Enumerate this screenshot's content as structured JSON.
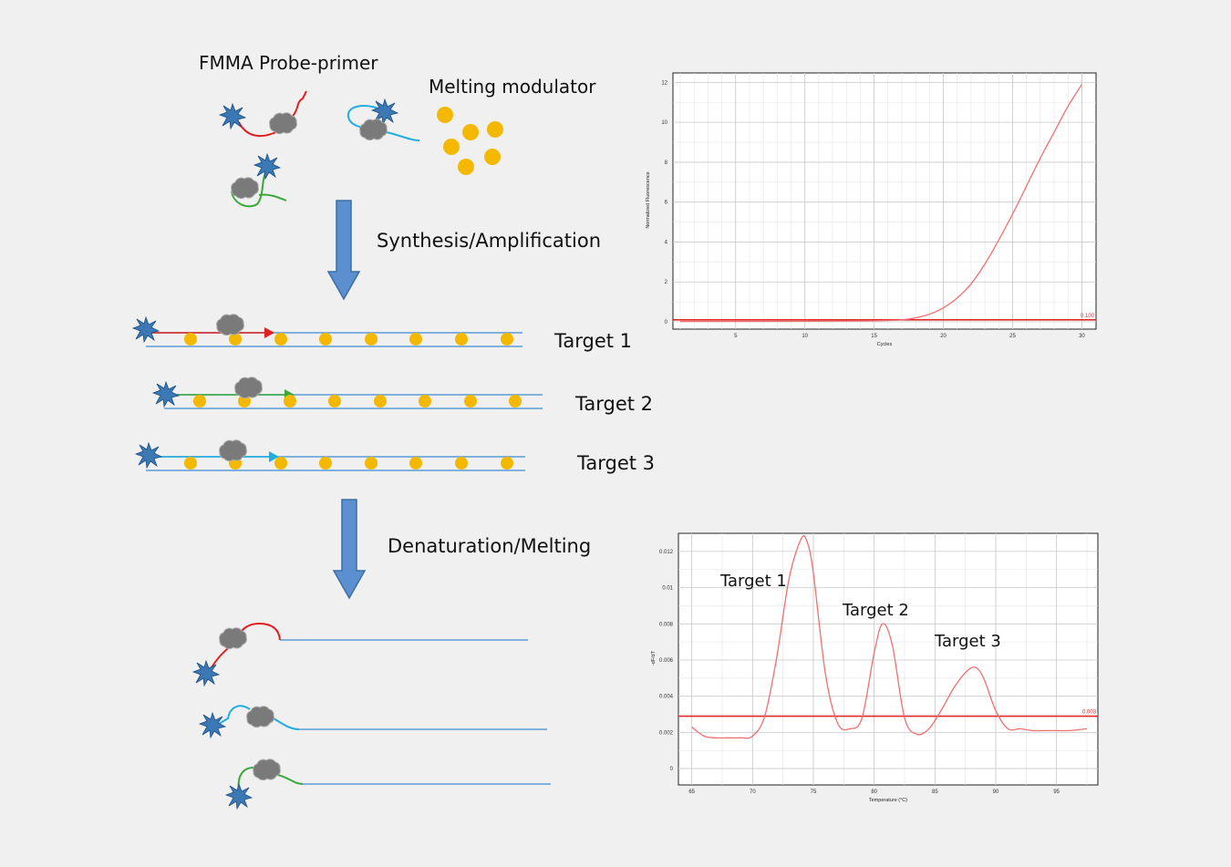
{
  "labels": {
    "probe_primer": "FMMA Probe-primer",
    "melting_modulator": "Melting modulator",
    "synthesis": "Synthesis/Amplification",
    "denaturation": "Denaturation/Melting",
    "target1": "Target 1",
    "target2": "Target 2",
    "target3": "Target 3"
  },
  "colors": {
    "background": "#f0f0f0",
    "arrow_fill": "#5b8fcf",
    "arrow_stroke": "#3c6ea5",
    "strand": "#5b9bd5",
    "modulator_dot": "#f5b800",
    "fluor": "#3c78b4",
    "quencher": "#7a7a7a",
    "probe_red": "#e02020",
    "probe_cyan": "#1eaee0",
    "probe_green": "#3aa83a",
    "curve": "#f07070",
    "threshold": "#e02a2a"
  },
  "chart_data": [
    {
      "type": "line",
      "name": "amplification",
      "xlabel": "Cycles",
      "ylabel": "Normalized Fluorescence",
      "xlim": [
        1,
        30.5
      ],
      "ylim": [
        0,
        12.2
      ],
      "xticks": [
        5,
        10,
        15,
        20,
        25,
        30
      ],
      "yticks": [
        0,
        2,
        4,
        6,
        8,
        10,
        12
      ],
      "grid": true,
      "threshold": 0.1,
      "threshold_label": "0.100",
      "x": [
        1,
        5,
        10,
        15,
        17,
        18,
        19,
        20,
        21,
        22,
        23,
        24,
        25,
        26,
        27,
        28,
        29,
        30
      ],
      "y": [
        0.02,
        0.02,
        0.03,
        0.05,
        0.1,
        0.2,
        0.38,
        0.7,
        1.2,
        1.9,
        2.9,
        4.1,
        5.4,
        6.8,
        8.2,
        9.5,
        10.8,
        11.9
      ]
    },
    {
      "type": "line",
      "name": "melting",
      "xlabel": "Temperature (°C)",
      "ylabel": "-dF/dT",
      "xlim": [
        64.5,
        97.8
      ],
      "ylim": [
        -0.0005,
        0.0127
      ],
      "xticks": [
        65,
        70,
        75,
        80,
        85,
        90,
        95
      ],
      "yticks": [
        0,
        0.002,
        0.004,
        0.006,
        0.008,
        0.01,
        0.012
      ],
      "ytick_labels": [
        "0",
        "0.002",
        "0.004",
        "0.006",
        "0.008",
        "0.01",
        "0.012"
      ],
      "grid": true,
      "threshold": 0.0029,
      "threshold_label": "0.003",
      "annotations": [
        "Target 1",
        "Target 2",
        "Target 3"
      ],
      "x": [
        65,
        66,
        67,
        68,
        69,
        70,
        71,
        72,
        73,
        74,
        74.5,
        75,
        76,
        77,
        78,
        79,
        80,
        80.7,
        81.5,
        82.5,
        83.5,
        84.5,
        85.5,
        86.5,
        87.5,
        88.3,
        89,
        90,
        91,
        92,
        93,
        94,
        95,
        96,
        97.5
      ],
      "y": [
        0.0023,
        0.0018,
        0.0017,
        0.0017,
        0.0017,
        0.0018,
        0.0029,
        0.0062,
        0.0105,
        0.0127,
        0.0125,
        0.0108,
        0.0052,
        0.0025,
        0.0022,
        0.0028,
        0.0064,
        0.008,
        0.0068,
        0.0028,
        0.0019,
        0.0022,
        0.0032,
        0.0044,
        0.0053,
        0.0056,
        0.005,
        0.0032,
        0.0022,
        0.0022,
        0.0021,
        0.0021,
        0.0021,
        0.0021,
        0.0022
      ]
    }
  ]
}
